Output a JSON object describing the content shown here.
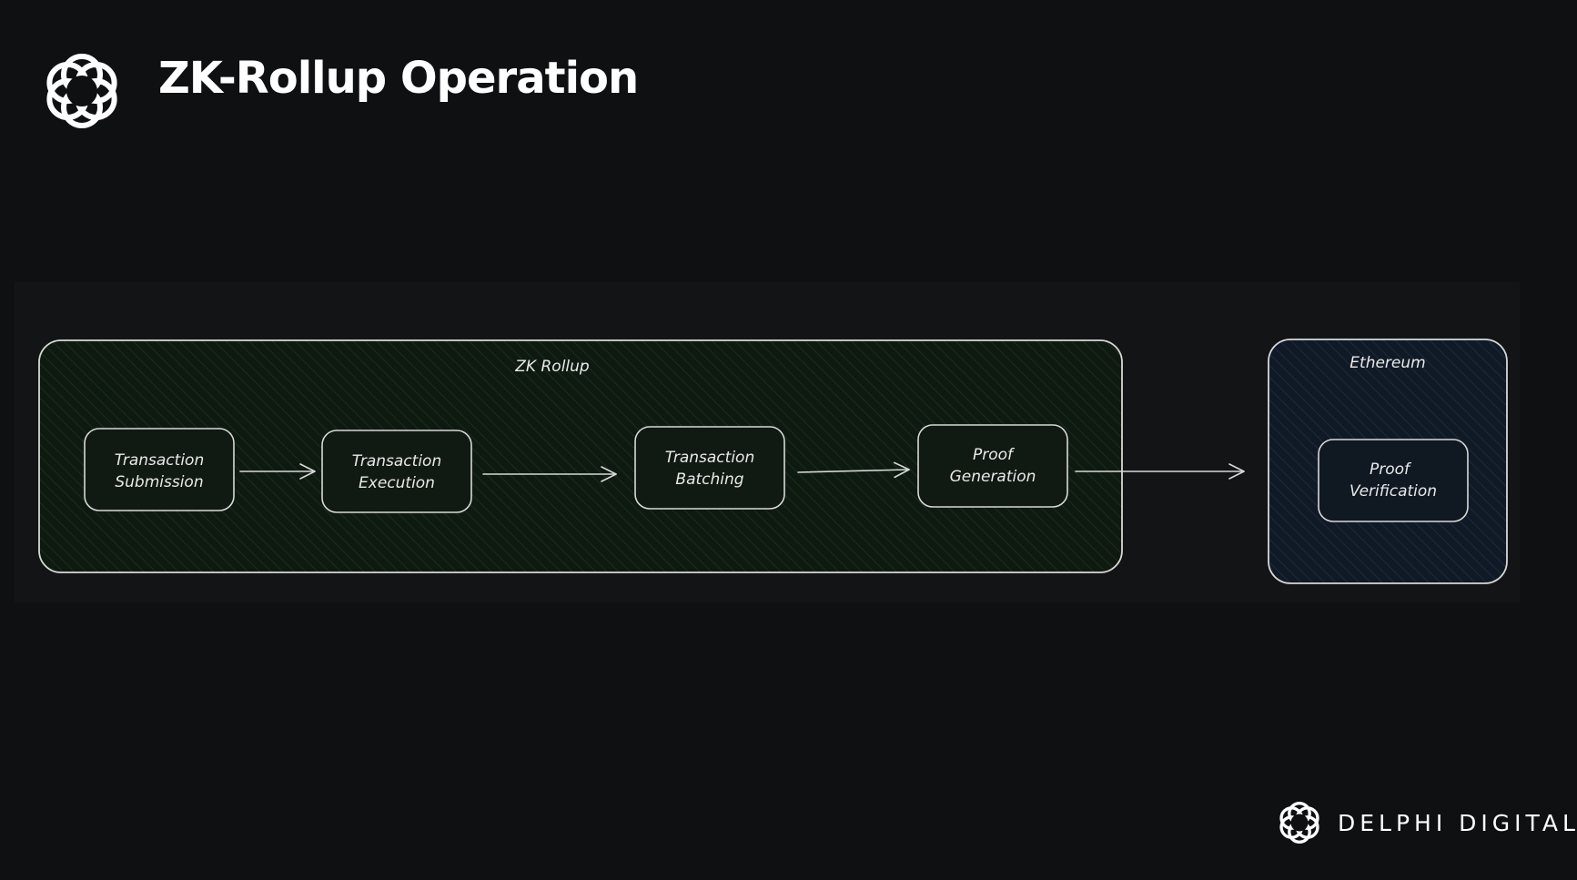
{
  "header": {
    "title": "ZK-Rollup Operation",
    "logo_icon": "delphi-knot-logo"
  },
  "diagram": {
    "colors": {
      "background": "#0f1012",
      "panel": "#131415",
      "rollup_fill": "#0e1a10",
      "ethereum_fill": "#101a26",
      "stroke": "#d8d8d8"
    },
    "groups": [
      {
        "id": "zk-rollup",
        "label": "ZK Rollup",
        "steps": [
          {
            "id": "submission",
            "lines": [
              "Transaction",
              "Submission"
            ]
          },
          {
            "id": "execution",
            "lines": [
              "Transaction",
              "Execution"
            ]
          },
          {
            "id": "batching",
            "lines": [
              "Transaction",
              "Batching"
            ]
          },
          {
            "id": "proof-generation",
            "lines": [
              "Proof",
              "Generation"
            ]
          }
        ]
      },
      {
        "id": "ethereum",
        "label": "Ethereum",
        "steps": [
          {
            "id": "proof-verification",
            "lines": [
              "Proof",
              "Verification"
            ]
          }
        ]
      }
    ],
    "edges": [
      {
        "from": "submission",
        "to": "execution"
      },
      {
        "from": "execution",
        "to": "batching"
      },
      {
        "from": "batching",
        "to": "proof-generation"
      },
      {
        "from": "proof-generation",
        "to": "ethereum"
      }
    ]
  },
  "footer": {
    "brand_icon": "delphi-knot-logo",
    "brand_name": "DELPHI DIGITAL"
  }
}
